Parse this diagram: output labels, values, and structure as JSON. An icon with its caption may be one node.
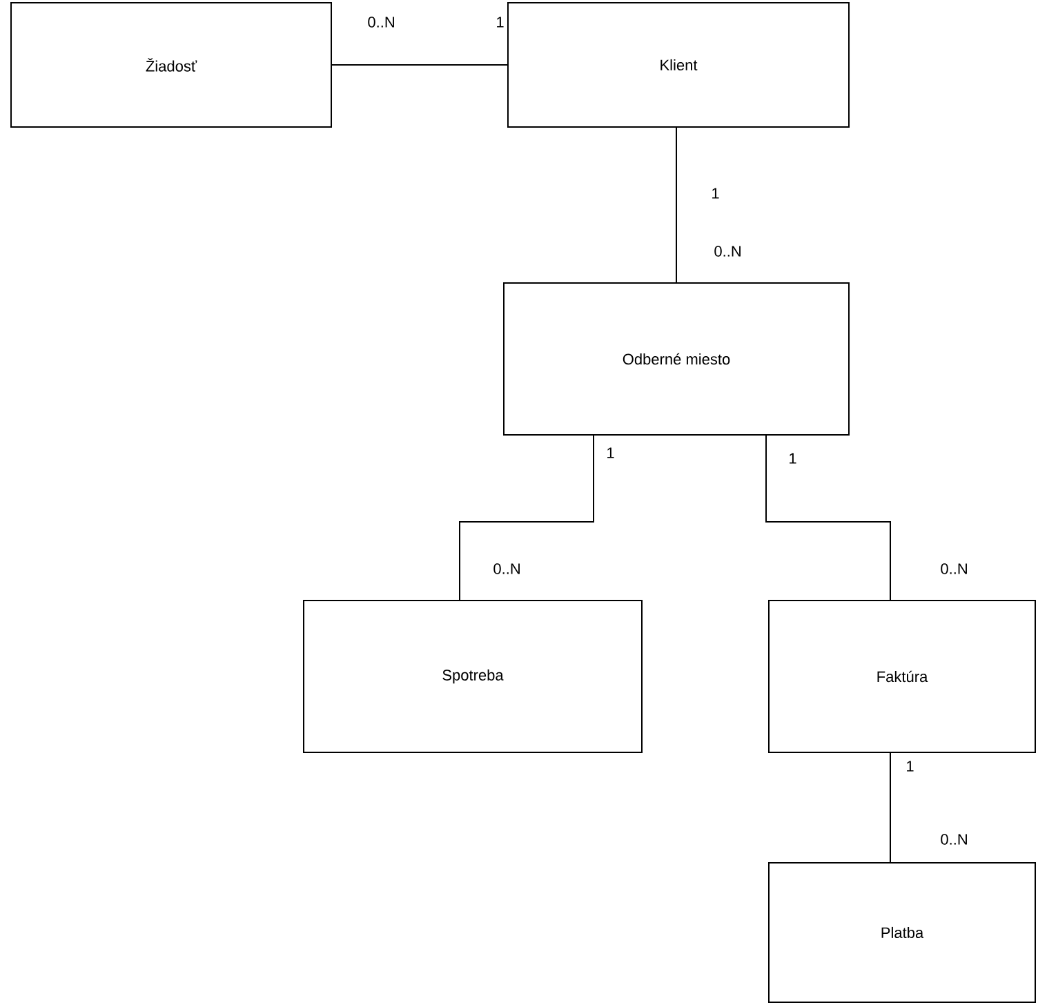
{
  "diagram": {
    "nodes": [
      {
        "text": [
          "Žiadosť"
        ]
      },
      {
        "text": [
          "Klient"
        ]
      },
      {
        "text": [
          "Odberné miesto"
        ]
      },
      {
        "text": [
          "Spotreba"
        ]
      },
      {
        "text": [
          "Faktúra"
        ]
      },
      {
        "text": [
          "Platba"
        ]
      }
    ],
    "edges": [
      {
        "from": 0,
        "to": 1,
        "arrow": "none"
      },
      {
        "from": 1,
        "to": 2,
        "arrow": "none"
      },
      {
        "from": 2,
        "to": 3,
        "arrow": "none"
      },
      {
        "from": 2,
        "to": 4,
        "arrow": "none"
      },
      {
        "from": 4,
        "to": 5,
        "arrow": "none"
      }
    ],
    "labels": [
      "0..N",
      "1",
      "1",
      "0..N",
      "1",
      "1",
      "0..N",
      "0..N",
      "1",
      "0..N"
    ]
  }
}
